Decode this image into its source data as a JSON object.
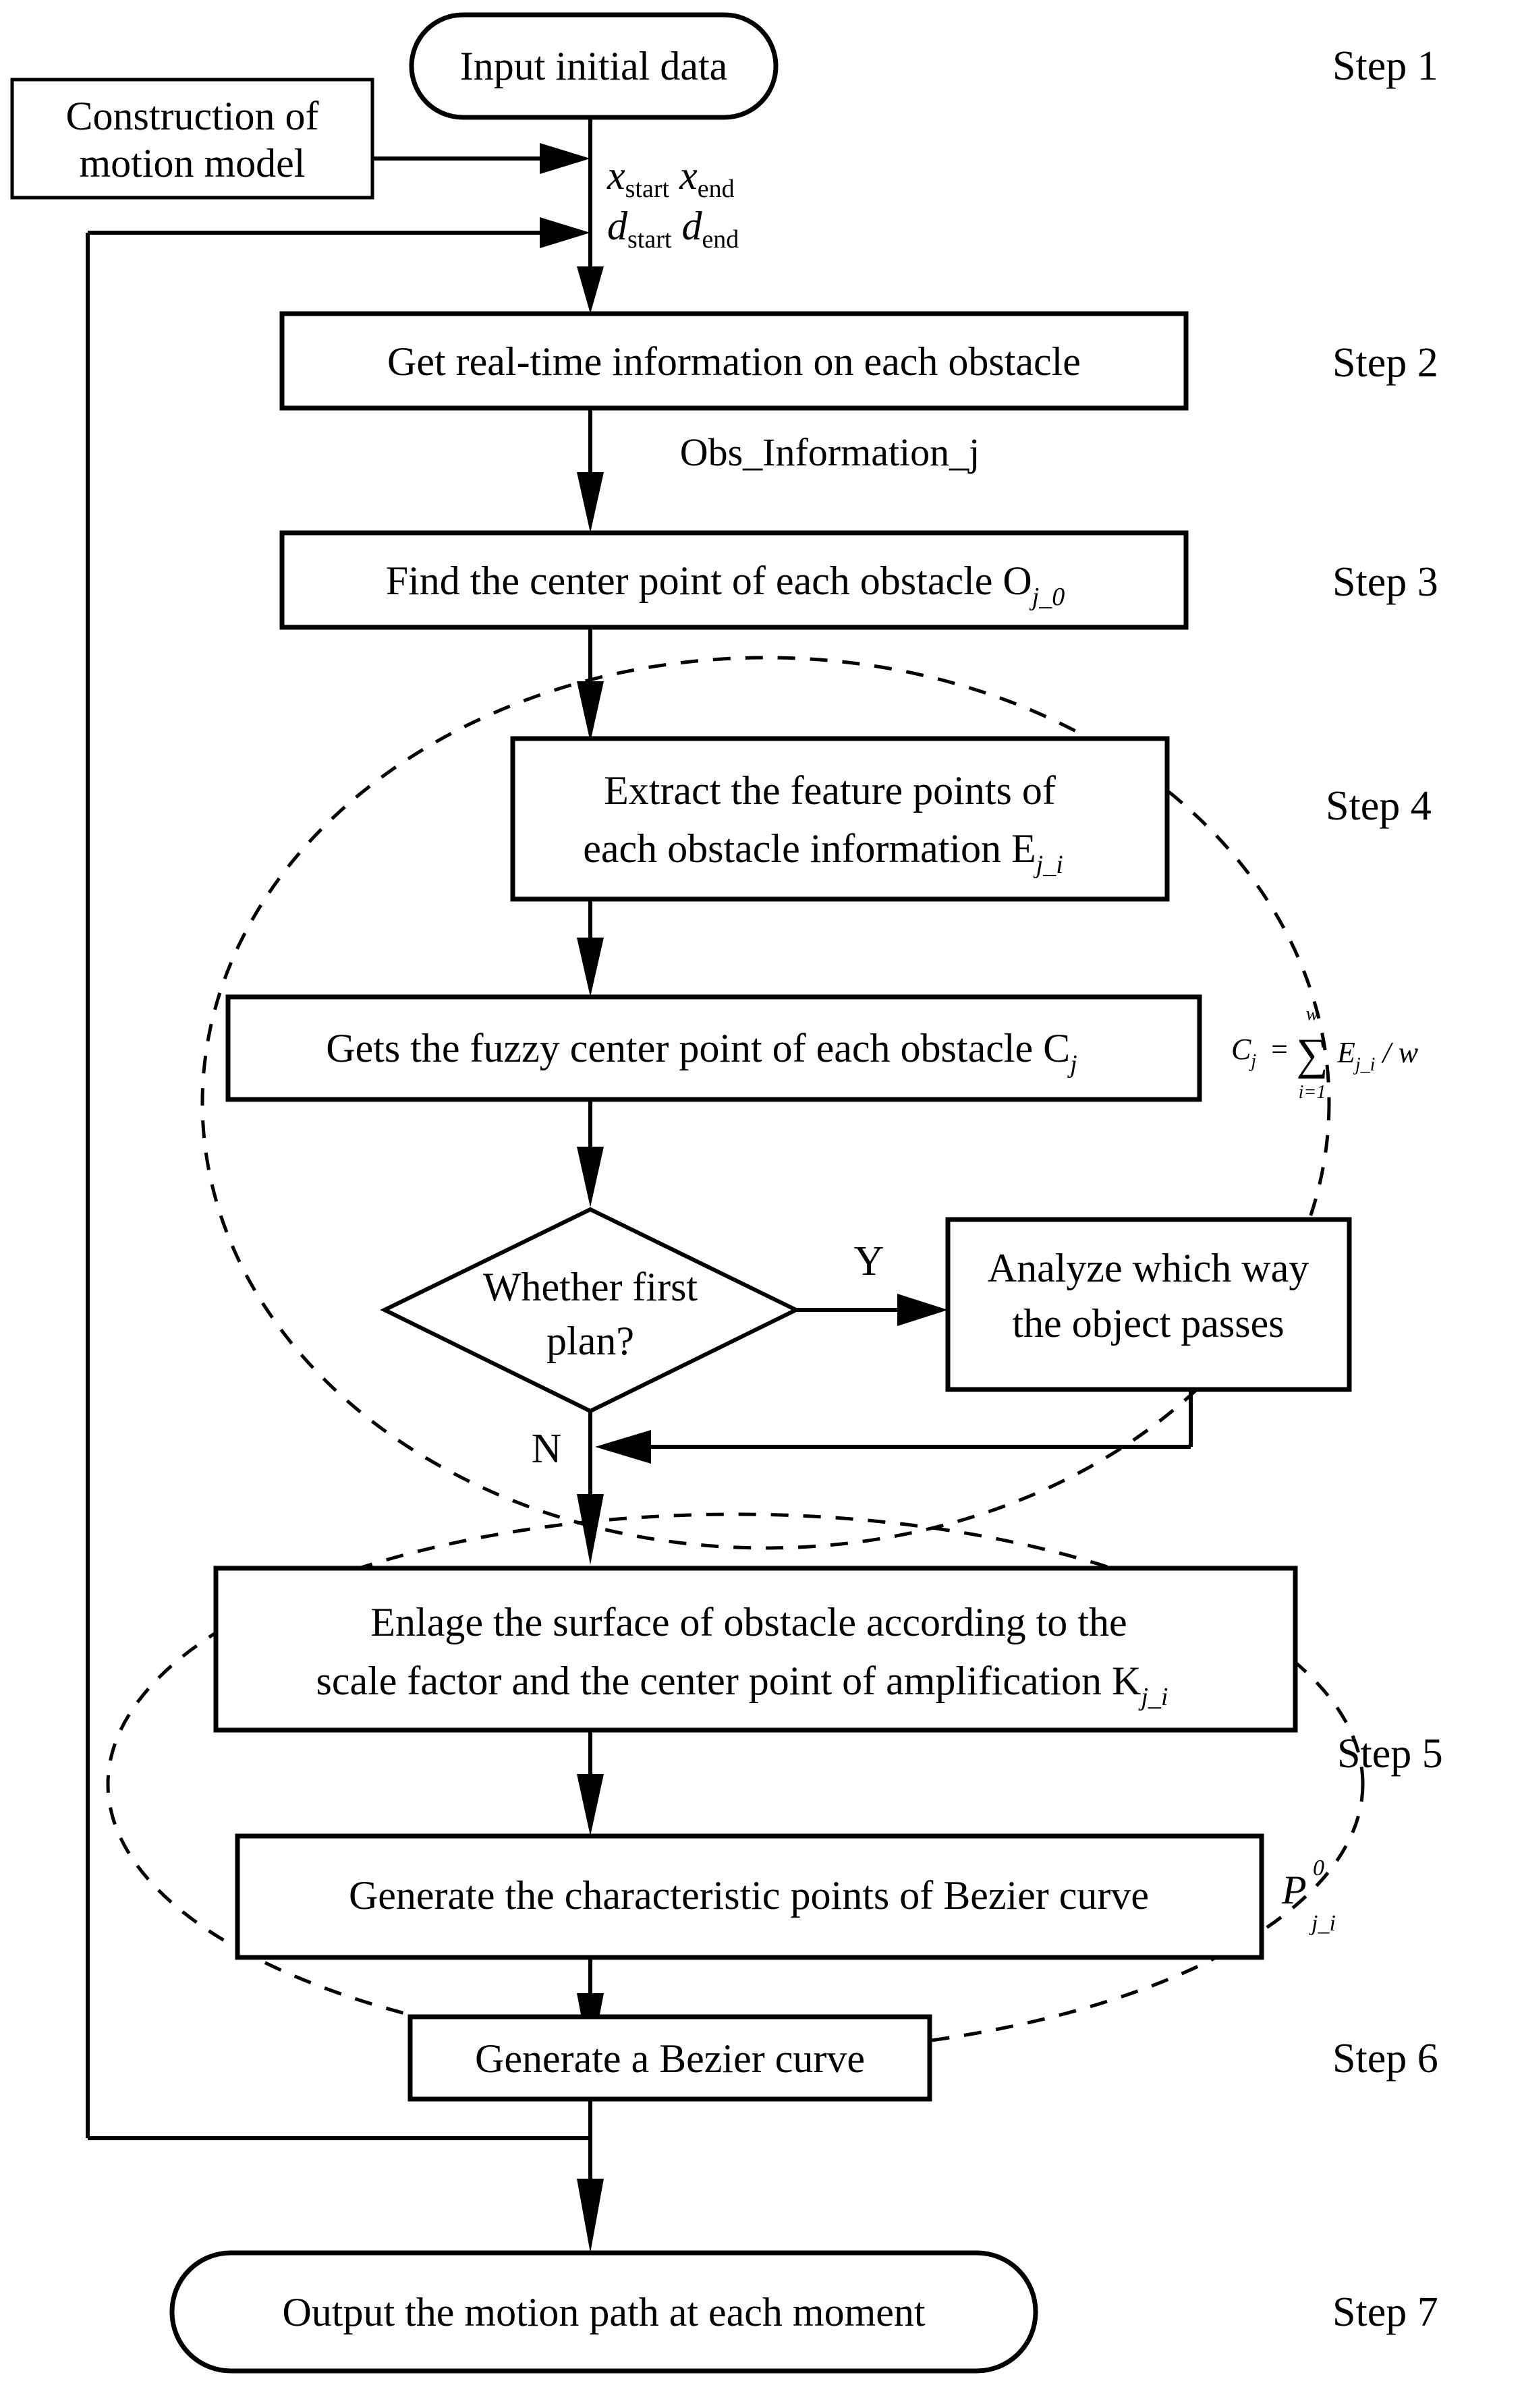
{
  "diagram": {
    "title": "Motion path planning flowchart",
    "colors": {
      "stroke": "#000000",
      "background": "#ffffff"
    }
  },
  "nodes": {
    "input": {
      "label": "Input initial data",
      "shape": "rounded-terminator"
    },
    "construction": {
      "label_line1": "Construction of",
      "label_line2": "motion model",
      "shape": "rectangle"
    },
    "get_info": {
      "label": "Get real-time information on each obstacle",
      "shape": "rectangle"
    },
    "find_center": {
      "label_main": "Find the center point of each obstacle O",
      "label_sub": "j_0",
      "shape": "rectangle"
    },
    "extract": {
      "label_line1": "Extract  the feature points of",
      "label_line2": "each obstacle information E",
      "label_sub": "j_i",
      "shape": "rectangle"
    },
    "fuzzy_center": {
      "label_main": "Gets the fuzzy center point of each obstacle C",
      "label_sub": "j",
      "shape": "rectangle"
    },
    "decision": {
      "label_line1": "Whether first",
      "label_line2": "plan?",
      "shape": "diamond"
    },
    "analyze": {
      "label_line1": "Analyze which way",
      "label_line2": "the object passes",
      "shape": "rectangle"
    },
    "enlarge": {
      "label_line1": "Enlage the surface of obstacle according to the",
      "label_line2": "scale factor and the center point of amplification K",
      "label_sub": "j_i",
      "shape": "rectangle"
    },
    "characteristic": {
      "label_main": "Generate the characteristic points of Bezier curve",
      "label_sup": "0",
      "label_base": "P",
      "label_sub": "j_i",
      "shape": "rectangle"
    },
    "generate_bezier": {
      "label": "Generate a Bezier curve",
      "shape": "rectangle"
    },
    "output": {
      "label": "Output the motion path at each moment",
      "shape": "rounded-terminator"
    }
  },
  "edge_labels": {
    "x_start": {
      "base": "x",
      "sub": "start"
    },
    "x_end": {
      "base": "x",
      "sub": "end"
    },
    "d_start": {
      "base": "d",
      "sub": "start"
    },
    "d_end": {
      "base": "d",
      "sub": "end"
    },
    "obs_information": "Obs_Information_j",
    "yes": "Y",
    "no": "N"
  },
  "formula": {
    "lhs_base": "C",
    "lhs_sub": "j",
    "equals": "=",
    "sum_glyph": "∑",
    "sum_upper": "w",
    "sum_lower": "i=1",
    "term_base": "E",
    "term_sub": "j_i",
    "divider": "/",
    "denominator": "w",
    "full": "C_j = sum_{i=1}^{w} E_{j_i} / w"
  },
  "steps": [
    {
      "id": "step1",
      "label": "Step 1"
    },
    {
      "id": "step2",
      "label": "Step 2"
    },
    {
      "id": "step3",
      "label": "Step 3"
    },
    {
      "id": "step4",
      "label": "Step 4"
    },
    {
      "id": "step5",
      "label": "Step 5"
    },
    {
      "id": "step6",
      "label": "Step 6"
    },
    {
      "id": "step7",
      "label": "Step 7"
    }
  ],
  "groups": {
    "step4_ellipse": "dashed ellipse grouping Step 4 blocks",
    "step5_ellipse": "dashed ellipse grouping Step 5 blocks"
  }
}
